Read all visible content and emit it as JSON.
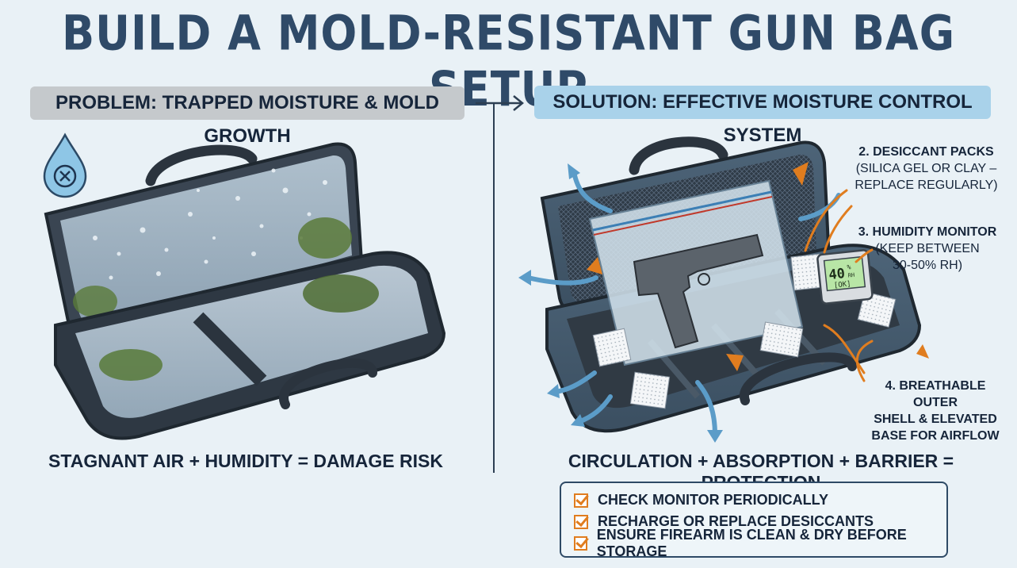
{
  "title": "BUILD A MOLD-RESISTANT GUN BAG SETUP",
  "problem": {
    "banner": "PROBLEM: TRAPPED MOISTURE & MOLD GROWTH",
    "equation": "STAGNANT AIR + HUMIDITY = DAMAGE RISK",
    "icon": "water-drop-x-icon"
  },
  "solution": {
    "banner": "SOLUTION: EFFECTIVE MOISTURE CONTROL SYSTEM",
    "equation": "CIRCULATION + ABSORPTION + BARRIER = PROTECTION",
    "callouts": {
      "desiccant": {
        "head": "2. DESICCANT PACKS",
        "line1": "(SILICA GEL OR CLAY –",
        "line2": "REPLACE REGULARLY)"
      },
      "monitor": {
        "head": "3. HUMIDITY MONITOR",
        "line1": "(KEEP BETWEEN",
        "line2": "30-50% RH)"
      },
      "shell": {
        "line1": "4. BREATHABLE OUTER",
        "line2": "SHELL & ELEVATED",
        "line3": "BASE FOR AIRFLOW"
      }
    },
    "monitor_display": {
      "value": "40",
      "unit_top": "%",
      "unit_bottom": "RH",
      "status": "[OK]"
    },
    "checklist": [
      "CHECK MONITOR PERIODICALLY",
      "RECHARGE OR REPLACE DESICCANTS",
      "ENSURE FIREARM IS CLEAN & DRY BEFORE STORAGE"
    ]
  },
  "colors": {
    "title": "#2f4a68",
    "accent_orange": "#e07d1f",
    "airflow_blue": "#5b9cc8",
    "mold_green": "#5a7a3a",
    "bag_dark": "#33404d"
  }
}
